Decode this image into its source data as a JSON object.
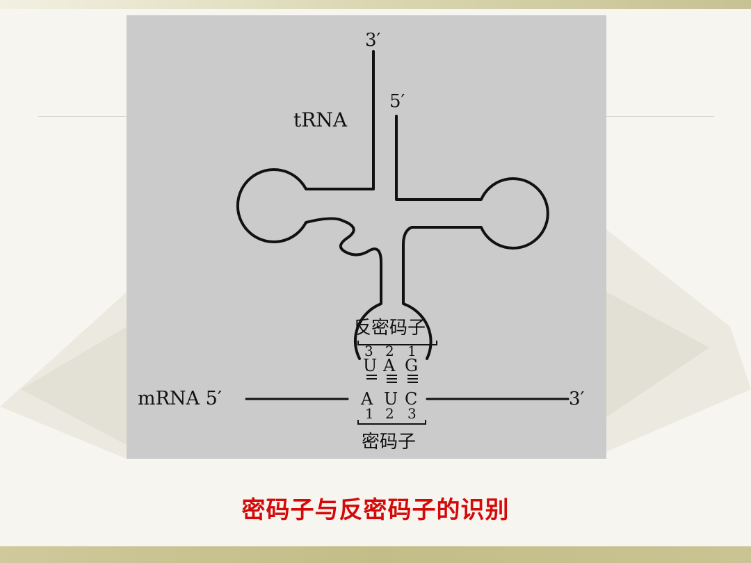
{
  "caption": "密码子与反密码子的识别",
  "diagram": {
    "trna_label": "tRNA",
    "trna_3prime": "3′",
    "trna_5prime": "5′",
    "anticodon_label": "反密码子",
    "anticodon_positions": [
      "3",
      "2",
      "1"
    ],
    "anticodon_bases": [
      "U",
      "A",
      "G"
    ],
    "mrna_label": "mRNA 5′",
    "mrna_3prime": "3′",
    "codon_bases": [
      "A",
      "U",
      "C"
    ],
    "codon_positions": [
      "1",
      "2",
      "3"
    ],
    "codon_label": "密码子"
  },
  "colors": {
    "caption": "#d40a0a",
    "figure_bg": "#cbcbcb",
    "ink": "#111111"
  }
}
